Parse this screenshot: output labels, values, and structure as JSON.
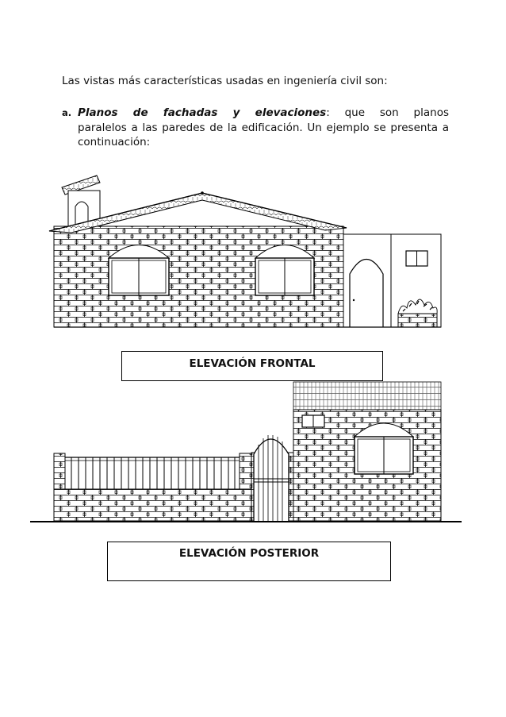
{
  "intro_text": "Las vistas más características usadas en ingeniería civil son:",
  "item_a": {
    "marker": "a.",
    "term": "Planos de fachadas y elevaciones",
    "line1_rest": ": que son planos",
    "continuation": "paralelos a las paredes de la edificación. Un ejemplo se presenta a continuación:"
  },
  "captions": {
    "front": "ELEVACIÓN FRONTAL",
    "rear": "ELEVACIÓN POSTERIOR"
  }
}
